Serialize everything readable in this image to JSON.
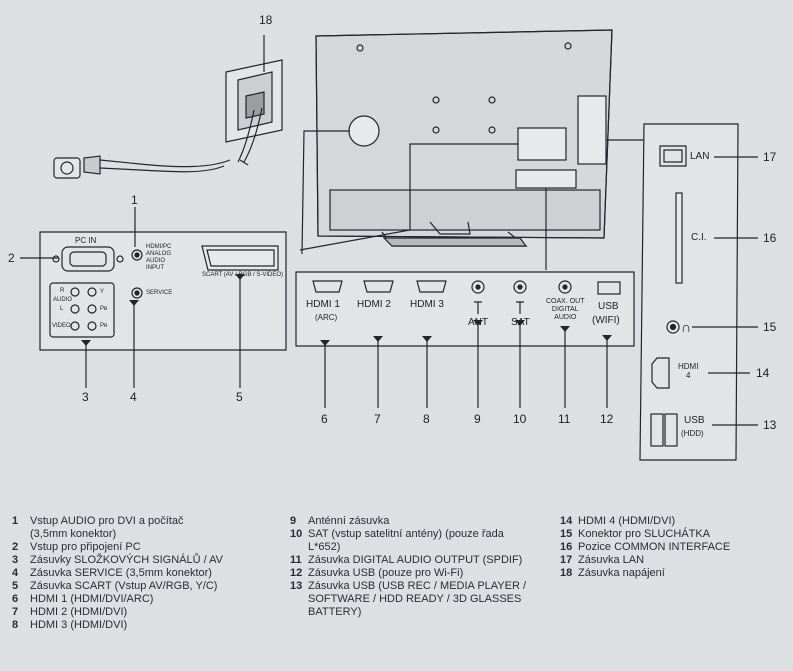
{
  "callouts": {
    "n1": "1",
    "n2": "2",
    "n3": "3",
    "n4": "4",
    "n5": "5",
    "n6": "6",
    "n7": "7",
    "n8": "8",
    "n9": "9",
    "n10": "10",
    "n11": "11",
    "n12": "12",
    "n13": "13",
    "n14": "14",
    "n15": "15",
    "n16": "16",
    "n17": "17",
    "n18": "18"
  },
  "left_panel": {
    "pc_in": "PC IN",
    "hdmi_pc_audio": "HDMI/PC\nANALOG\nAUDIO\nINPUT",
    "service": "SERVICE",
    "scart": "SCART (AV / RGB / S-VIDEO)",
    "av_r": "R",
    "av_audio": "AUDIO",
    "av_l": "L",
    "av_video": "VIDEO",
    "av_y": "Y",
    "av_pb": "Pʙ",
    "av_pr": "Pʀ"
  },
  "bottom_panel": {
    "hdmi1": "HDMI 1",
    "hdmi1_sub": "(ARC)",
    "hdmi2": "HDMI 2",
    "hdmi3": "HDMI 3",
    "ant": "ANT",
    "sat": "SAT",
    "coax": "COAX. OUT\nDIGITAL\nAUDIO",
    "usb": "USB",
    "usb_sub": "(WIFI)"
  },
  "side_panel": {
    "lan": "LAN",
    "ci": "C.I.",
    "hdmi4": "HDMI\n4",
    "usb": "USB",
    "usb_sub": "(HDD)"
  },
  "legend": {
    "col1": [
      {
        "n": "1",
        "t": "Vstup AUDIO pro DVI a počítač\n(3,5mm konektor)"
      },
      {
        "n": "2",
        "t": "Vstup pro připojení PC"
      },
      {
        "n": "3",
        "t": "Zásuvky SLOŽKOVÝCH SIGNÁLŮ / AV"
      },
      {
        "n": "4",
        "t": "Zásuvka SERVICE (3,5mm konektor)"
      },
      {
        "n": "5",
        "t": "Zásuvka SCART (Vstup AV/RGB, Y/C)"
      },
      {
        "n": "6",
        "t": "HDMI 1 (HDMI/DVI/ARC)"
      },
      {
        "n": "7",
        "t": "HDMI 2 (HDMI/DVI)"
      },
      {
        "n": "8",
        "t": "HDMI 3 (HDMI/DVI)"
      }
    ],
    "col2": [
      {
        "n": "9",
        "t": "Anténní zásuvka"
      },
      {
        "n": "10",
        "t": "SAT (vstup satelitní antény) (pouze řada\nL*652)"
      },
      {
        "n": "11",
        "t": "Zásuvka DIGITAL AUDIO OUTPUT (SPDIF)"
      },
      {
        "n": "12",
        "t": "Zásuvka USB (pouze pro Wi-Fi)"
      },
      {
        "n": "13",
        "t": "Zásuvka USB (USB REC / MEDIA PLAYER /\nSOFTWARE / HDD READY / 3D GLASSES\nBATTERY)"
      }
    ],
    "col3": [
      {
        "n": "14",
        "t": "HDMI 4 (HDMI/DVI)"
      },
      {
        "n": "15",
        "t": "Konektor pro SLUCHÁTKA"
      },
      {
        "n": "16",
        "t": "Pozice COMMON INTERFACE"
      },
      {
        "n": "17",
        "t": "Zásuvka LAN"
      },
      {
        "n": "18",
        "t": "Zásuvka napájení"
      }
    ]
  }
}
